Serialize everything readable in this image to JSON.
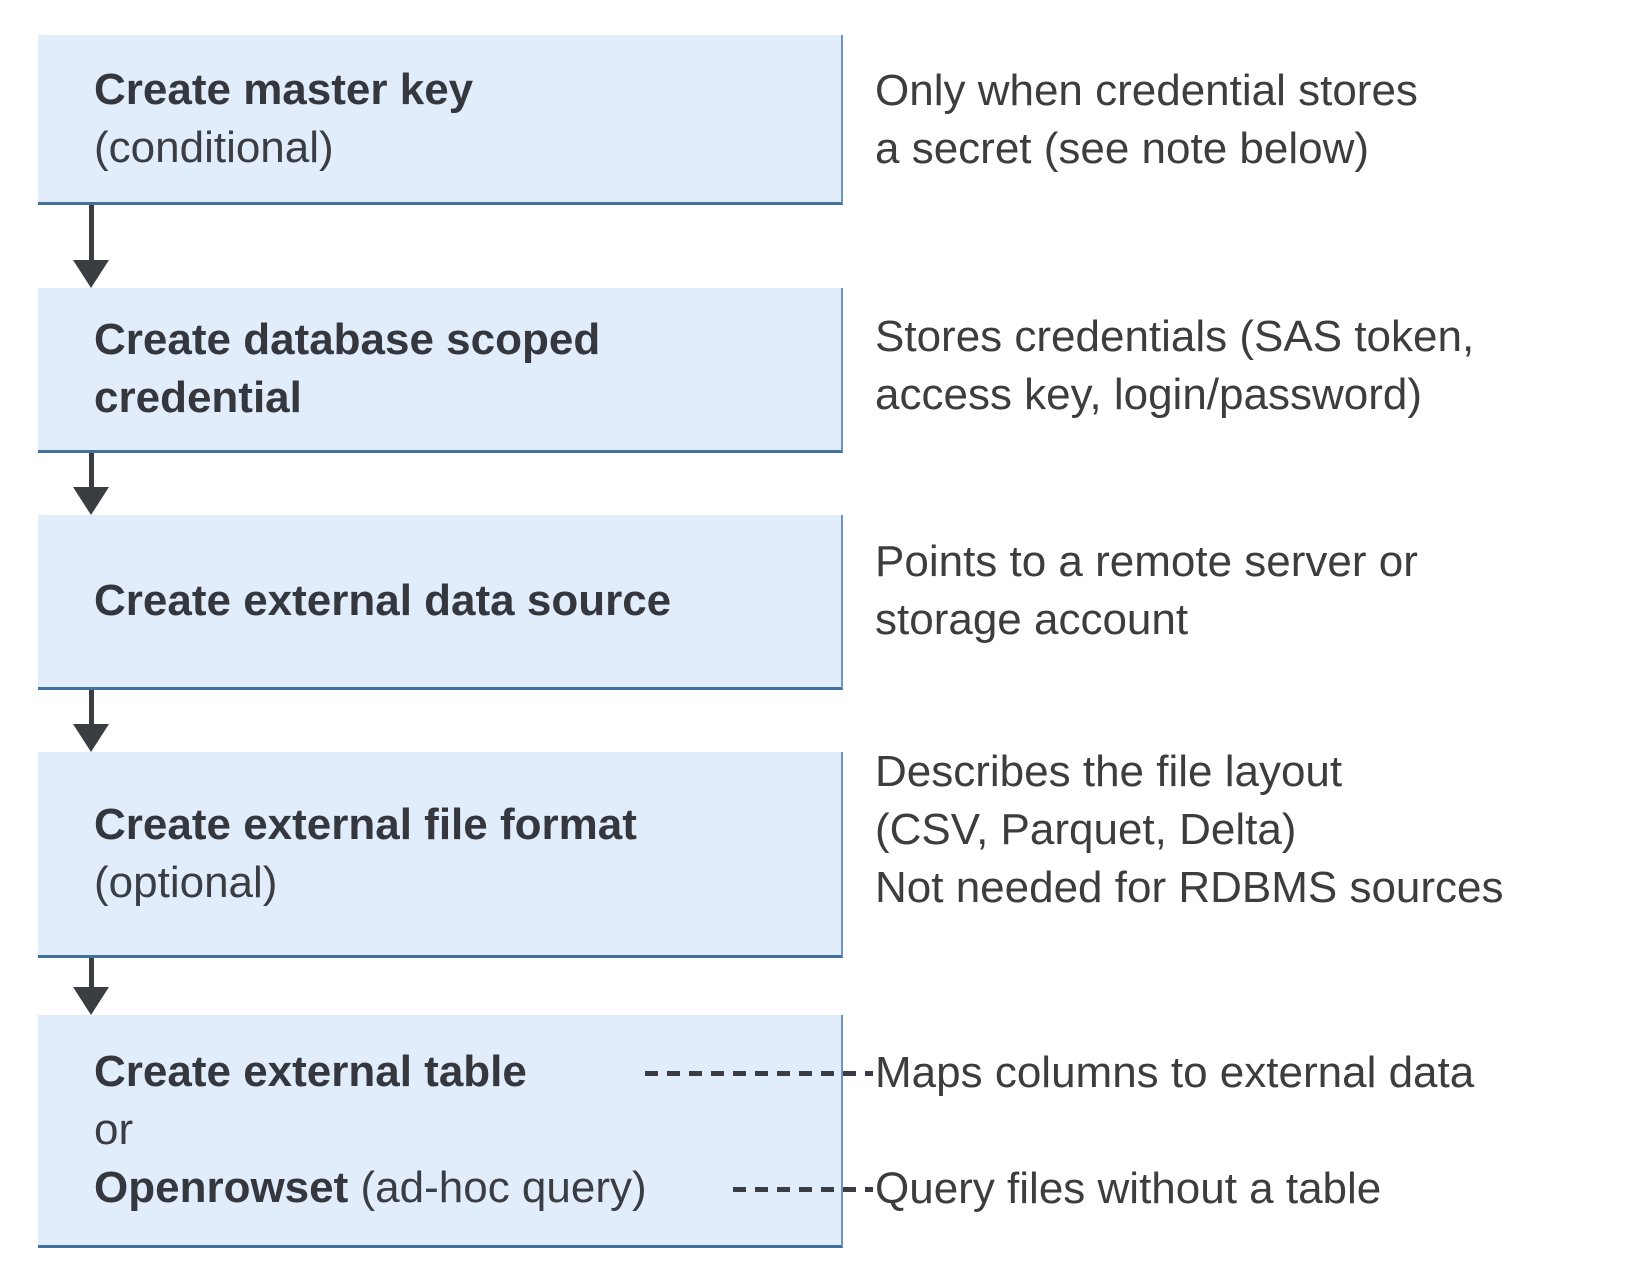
{
  "palette": {
    "box_fill": "#e2edfb",
    "box_border_bottom": "#41719c",
    "box_border_right": "#6d96c5",
    "box_text": "#34383e",
    "note_text": "#3d3d3d",
    "connector": "#3a3e43"
  },
  "steps": [
    {
      "name": "create-master-key",
      "lines": [
        {
          "b": "Create master key"
        },
        {
          "r": "(conditional)"
        }
      ]
    },
    {
      "name": "create-database-scoped-credential",
      "lines": [
        {
          "b": "Create database scoped"
        },
        {
          "b": "credential"
        }
      ]
    },
    {
      "name": "create-external-data-source",
      "lines": [
        {
          "b": "Create external data source"
        }
      ]
    },
    {
      "name": "create-external-file-format",
      "lines": [
        {
          "b": "Create external file format"
        },
        {
          "r": "(optional)"
        }
      ]
    },
    {
      "name": "create-external-table-or-openrowset",
      "lines": [
        {
          "b": "Create external table"
        },
        {
          "r": "or"
        },
        {
          "b": "Openrowset",
          "r": " (ad-hoc query)"
        }
      ]
    }
  ],
  "notes": [
    {
      "lines": [
        "Only when credential stores",
        "a secret (see note below)"
      ]
    },
    {
      "lines": [
        "Stores credentials (SAS token,",
        "access key, login/password)"
      ]
    },
    {
      "lines": [
        "Points to a remote server or",
        "storage account"
      ]
    },
    {
      "lines": [
        "Describes the file layout",
        "(CSV, Parquet, Delta)",
        "Not needed for RDBMS sources"
      ]
    },
    {
      "lines": [
        "Maps columns to external data"
      ]
    },
    {
      "lines": [
        "Query files without a table"
      ]
    }
  ]
}
